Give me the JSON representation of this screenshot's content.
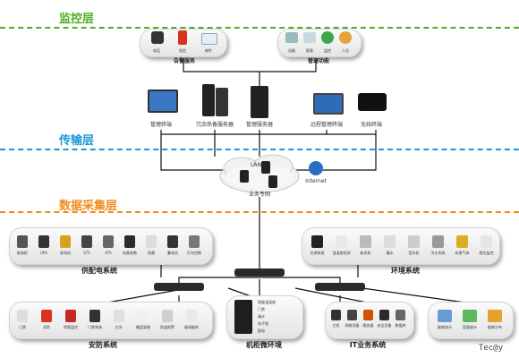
{
  "colors": {
    "monitor": "#4caf27",
    "transport": "#1a9ad6",
    "collect": "#f08a1c",
    "line": "#111111"
  },
  "layers": {
    "monitor": "监控层",
    "transport": "传输层",
    "collect": "数据采集层"
  },
  "top": {
    "alarm": {
      "caption": "告警服务",
      "items": [
        "电话",
        "短信",
        "邮件"
      ]
    },
    "manage": {
      "caption": "管理功能",
      "items": [
        "设备",
        "报表",
        "监控",
        "人员"
      ]
    }
  },
  "servers": [
    "管理终端",
    "冗余热备服务器",
    "管理服务器",
    "远程管理终端",
    "无线终端"
  ],
  "network": {
    "lan": "LAN",
    "internet": "Internet",
    "label": "业务专网"
  },
  "power": {
    "caption": "供配电系统",
    "items": [
      "配电柜",
      "UPS",
      "发电机",
      "STS",
      "ATS",
      "电量参数",
      "防雷",
      "蓄电池",
      "灯光控制"
    ]
  },
  "env": {
    "caption": "环境系统",
    "items": [
      "空调系统",
      "温湿度检测",
      "新风机",
      "漏水",
      "室外机",
      "冷水系统",
      "有害气体",
      "相位监控"
    ]
  },
  "security": {
    "caption": "安防系统",
    "items": [
      "门禁",
      "消防",
      "视频监控",
      "门禁系统",
      "红外",
      "硬盘录像",
      "防盗报警",
      "玻璃破碎"
    ]
  },
  "rack": {
    "caption": "机柜微环境",
    "items": [
      "智能温湿度",
      "门禁",
      "漏水",
      "电子锁",
      "配电"
    ]
  },
  "it": {
    "caption": "IT业务系统",
    "items": [
      "主机",
      "网络设备",
      "服务器",
      "安全设备",
      "数据库"
    ]
  },
  "stats": {
    "items": [
      "能耗统计",
      "容量统计",
      "能耗分布"
    ]
  },
  "watermark": "Tec@y"
}
